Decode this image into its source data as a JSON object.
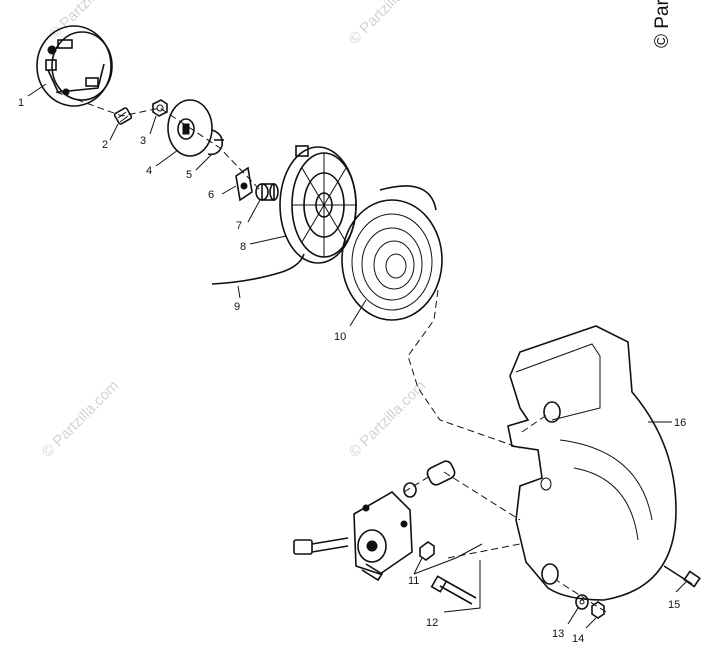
{
  "watermark": {
    "text": "© Partzilla.com"
  },
  "copyright": {
    "text": "© Partz"
  },
  "callouts": [
    "1",
    "2",
    "3",
    "4",
    "5",
    "6",
    "7",
    "8",
    "9",
    "10",
    "11",
    "12",
    "13",
    "14",
    "15",
    "16"
  ]
}
